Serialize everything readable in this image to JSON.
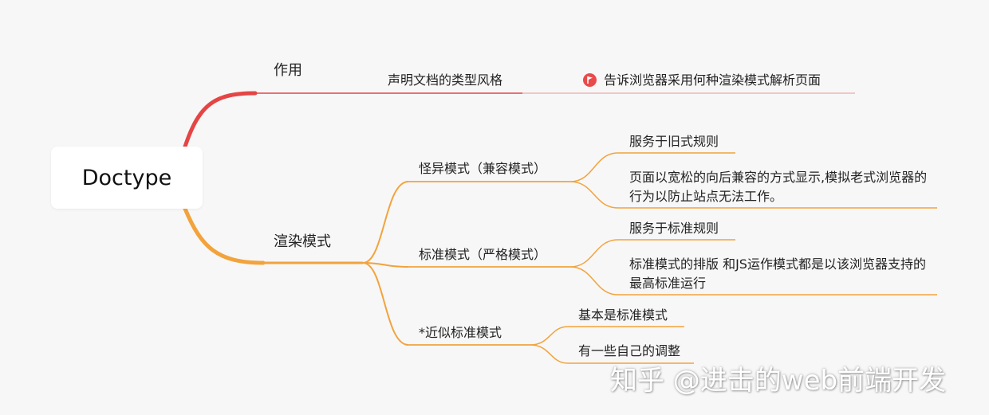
{
  "root": {
    "label": "Doctype"
  },
  "colors": {
    "red": "#e54545",
    "orange": "#f2a33c",
    "flag": "#e94a4a"
  },
  "nodes": {
    "zuoyong": "作用",
    "zuoyong_desc": "声明文档的类型风格",
    "zuoyong_note": "告诉浏览器采用何种渲染模式解析页面",
    "xuanran": "渲染模式",
    "quirks": "怪异模式（兼容模式）",
    "quirks_c1": "服务于旧式规则",
    "quirks_c2": "页面以宽松的向后兼容的方式显示,模拟老式浏览器的行为以防止站点无法工作。",
    "standard": "标准模式（严格模式）",
    "standard_c1": "服务于标准规则",
    "standard_c2": "标准模式的排版 和JS运作模式都是以该浏览器支持的最高标准运行",
    "almost": "*近似标准模式",
    "almost_c1": "基本是标准模式",
    "almost_c2": "有一些自己的调整"
  },
  "watermark": "知乎 @进击的web前端开发"
}
